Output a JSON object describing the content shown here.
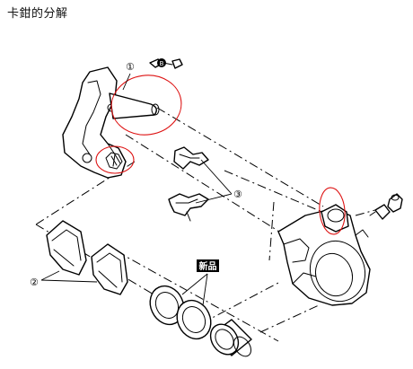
{
  "title": "卡鉗的分解",
  "callouts": {
    "c1": "①",
    "c2": "②",
    "c3": "③",
    "bolt_tag": "B"
  },
  "badge": {
    "new_parts": "新品"
  },
  "colors": {
    "line": "#000000",
    "highlight": "#dd1111",
    "badge_bg": "#000000"
  }
}
